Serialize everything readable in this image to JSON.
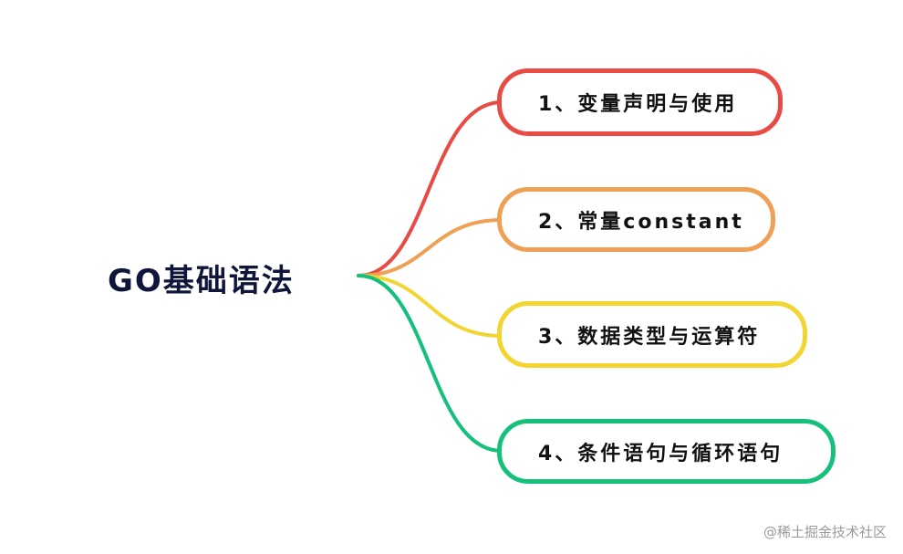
{
  "root": {
    "label": "GO基础语法"
  },
  "branches": [
    {
      "label": "1、变量声明与使用",
      "color": "#e94a43"
    },
    {
      "label": "2、常量constant",
      "color": "#f0a055"
    },
    {
      "label": "3、数据类型与运算符",
      "color": "#f2d531"
    },
    {
      "label": "4、条件语句与循环语句",
      "color": "#15c07a"
    }
  ],
  "watermark": "@稀土掘金技术社区"
}
